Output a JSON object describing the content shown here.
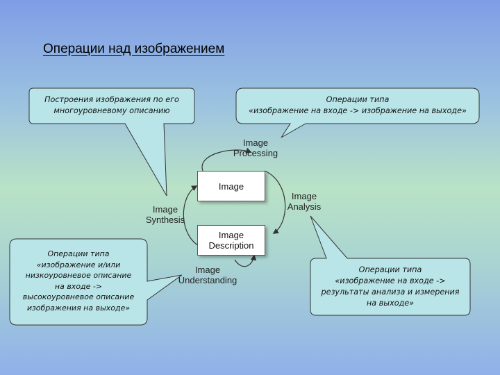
{
  "title": "Операции над изображением",
  "callouts": {
    "synthesis_top": "Построения изображения по его\nмногоуровневому описанию",
    "processing": "Операции типа\n«изображение на входе -> изображение на выходе»",
    "understanding": "Операции типа\n«изображение и/или\nнизкоуровневое описание\nна входе ->\nвысокоуровневое описание\nизображения на выходе»",
    "analysis": "Операции типа\n«изображение на входе ->\nрезультаты анализа и измерения\nна выходе»"
  },
  "nodes": {
    "image": "Image",
    "description": "Image\nDescription"
  },
  "processes": {
    "processing": "Image\nProcessing",
    "analysis": "Image\nAnalysis",
    "synthesis": "Image\nSynthesis",
    "understanding": "Image\nUnderstanding"
  },
  "colors": {
    "callout_fill": "#b9e5e8",
    "callout_border": "#333333",
    "arrow": "#333333"
  }
}
